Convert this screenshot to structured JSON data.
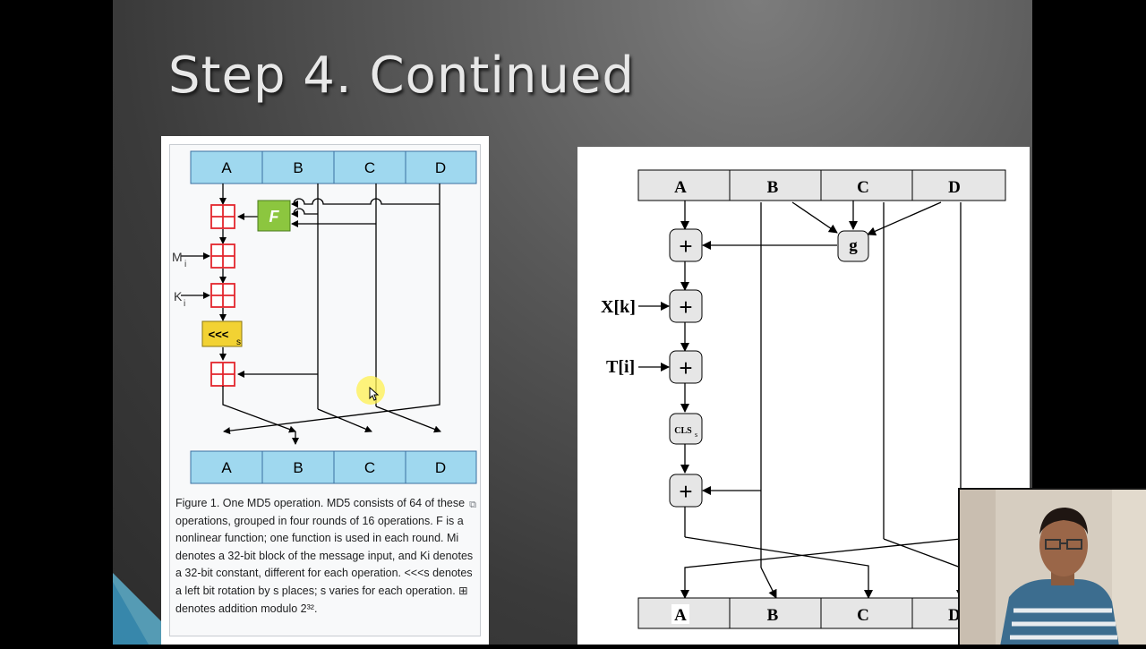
{
  "slide": {
    "title": "Step 4. Continued"
  },
  "left_figure": {
    "top_registers": [
      "A",
      "B",
      "C",
      "D"
    ],
    "bottom_registers": [
      "A",
      "B",
      "C",
      "D"
    ],
    "function_label": "F",
    "message_label": "M",
    "message_sub": "i",
    "constant_label": "K",
    "constant_sub": "i",
    "rotate_label": "<<<",
    "rotate_sub": "s",
    "caption": "Figure 1. One MD5 operation. MD5 consists of 64 of these operations, grouped in four rounds of 16 operations. F is a nonlinear function; one function is used in each round. Mi denotes a 32-bit block of the message input, and Ki denotes a 32-bit constant, different for each operation. <<<s denotes a left bit rotation by s places; s varies for each operation. ⊞ denotes addition modulo 2³².",
    "enlarge_icon": "enlarge-icon"
  },
  "right_figure": {
    "top_registers": [
      "A",
      "B",
      "C",
      "D"
    ],
    "bottom_registers": [
      "A",
      "B",
      "C",
      "D"
    ],
    "function_label": "g",
    "x_label": "X[k]",
    "t_label": "T[i]",
    "shift_label": "CLS",
    "shift_sub": "s",
    "plus_symbol": "+"
  },
  "colors": {
    "register_blue": "#9fd8ef",
    "adder_red": "#e3262d",
    "func_green": "#8cc63f",
    "rotate_yellow": "#f2d233",
    "right_box_gray": "#e6e6e6"
  },
  "cursor": {
    "icon": "mouse-pointer-icon"
  },
  "webcam": {
    "icon": "webcam-overlay"
  }
}
